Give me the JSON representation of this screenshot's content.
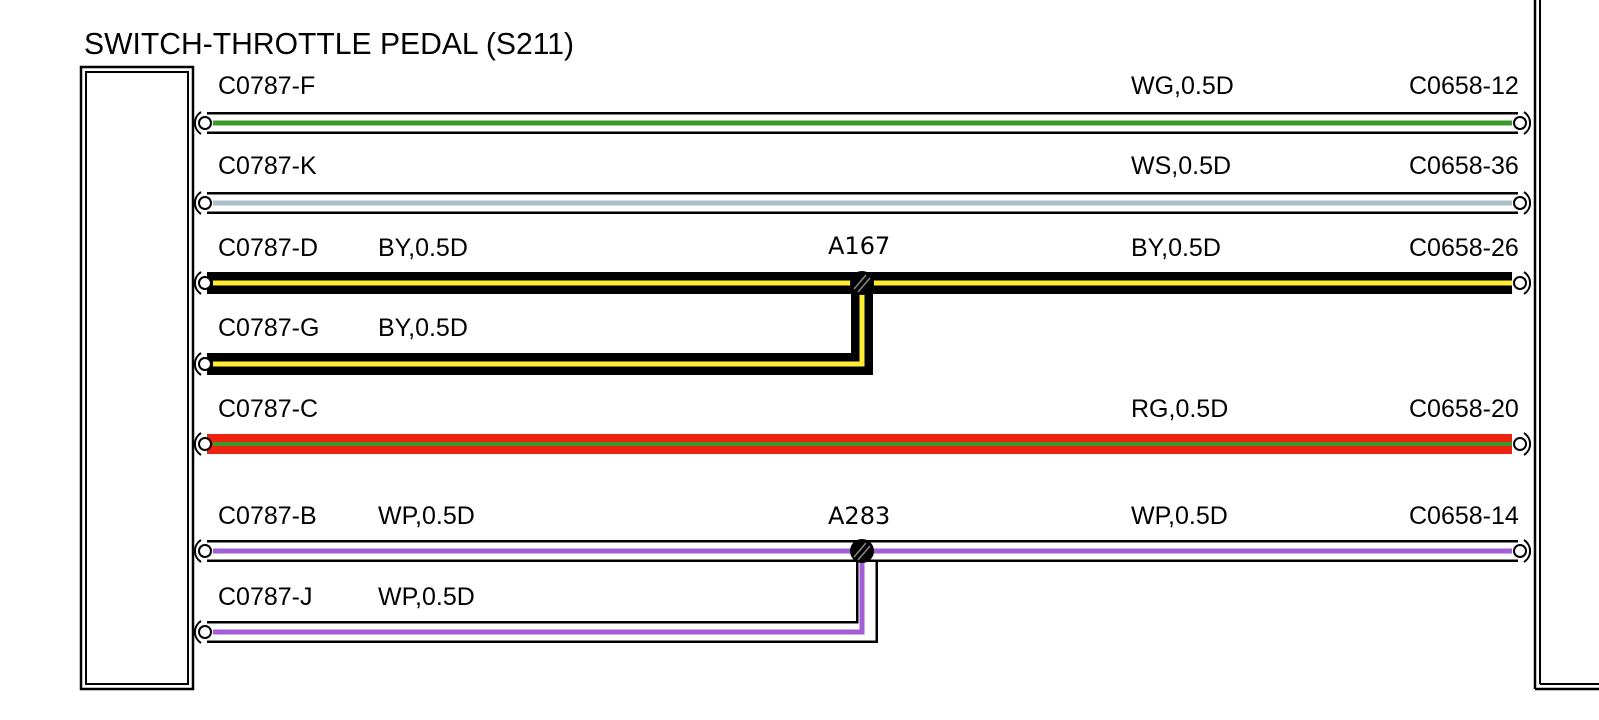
{
  "title": "SWITCH-THROTTLE PEDAL (S211)",
  "colors": {
    "green": "#3a9a2a",
    "light_blue": "#aabfc8",
    "black": "#000000",
    "yellow": "#ffee33",
    "red": "#ee2211",
    "purple": "#a35ed6"
  },
  "wires": [
    {
      "id": "f",
      "left_connector": "C0787-F",
      "right_connector": "C0658-12",
      "spec_left": "",
      "spec_right": "WG,0.5D",
      "color_main": "green",
      "color_stripe": ""
    },
    {
      "id": "k",
      "left_connector": "C0787-K",
      "right_connector": "C0658-36",
      "spec_left": "",
      "spec_right": "WS,0.5D",
      "color_main": "light_blue",
      "color_stripe": ""
    },
    {
      "id": "d",
      "left_connector": "C0787-D",
      "right_connector": "C0658-26",
      "spec_left": "BY,0.5D",
      "spec_right": "BY,0.5D",
      "color_main": "black",
      "color_stripe": "yellow"
    },
    {
      "id": "g",
      "left_connector": "C0787-G",
      "right_connector": "",
      "spec_left": "BY,0.5D",
      "spec_right": "",
      "color_main": "black",
      "color_stripe": "yellow"
    },
    {
      "id": "c",
      "left_connector": "C0787-C",
      "right_connector": "C0658-20",
      "spec_left": "",
      "spec_right": "RG,0.5D",
      "color_main": "red",
      "color_stripe": "green"
    },
    {
      "id": "b",
      "left_connector": "C0787-B",
      "right_connector": "C0658-14",
      "spec_left": "WP,0.5D",
      "spec_right": "WP,0.5D",
      "color_main": "purple",
      "color_stripe": ""
    },
    {
      "id": "j",
      "left_connector": "C0787-J",
      "right_connector": "",
      "spec_left": "WP,0.5D",
      "spec_right": "",
      "color_main": "purple",
      "color_stripe": ""
    }
  ],
  "splices": [
    {
      "label": "A167",
      "joins": [
        "d",
        "g"
      ]
    },
    {
      "label": "A283",
      "joins": [
        "b",
        "j"
      ]
    }
  ]
}
